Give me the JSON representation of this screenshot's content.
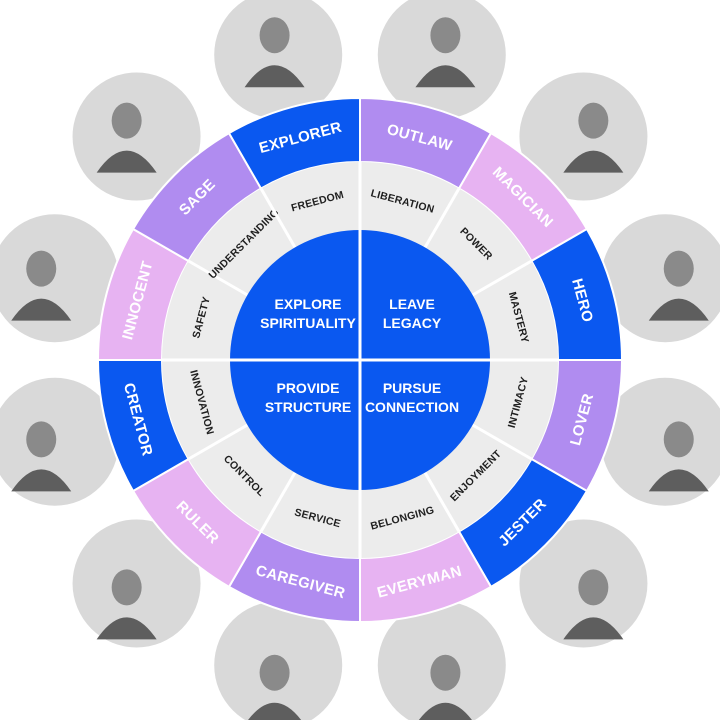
{
  "colors": {
    "blue": "#0a58f0",
    "purple": "#b08cf0",
    "pink": "#e7b3f2",
    "ring": "#ececec",
    "divider": "#ffffff",
    "photo_bg": "#d9d9d9"
  },
  "quadrants": [
    {
      "line1": "EXPLORE",
      "line2": "SPIRITUALITY"
    },
    {
      "line1": "LEAVE",
      "line2": "LEGACY"
    },
    {
      "line1": "PURSUE",
      "line2": "CONNECTION"
    },
    {
      "line1": "PROVIDE",
      "line2": "STRUCTURE"
    }
  ],
  "archetypes": [
    {
      "name": "OUTLAW",
      "value": "LIBERATION",
      "color": "purple",
      "photo": "outlaw-portrait"
    },
    {
      "name": "MAGICIAN",
      "value": "POWER",
      "color": "pink",
      "photo": "magician-portrait"
    },
    {
      "name": "HERO",
      "value": "MASTERY",
      "color": "blue",
      "photo": "hero-portrait"
    },
    {
      "name": "LOVER",
      "value": "INTIMACY",
      "color": "purple",
      "photo": "lover-portrait"
    },
    {
      "name": "JESTER",
      "value": "ENJOYMENT",
      "color": "blue",
      "photo": "jester-portrait"
    },
    {
      "name": "EVERYMAN",
      "value": "BELONGING",
      "color": "pink",
      "photo": "everyman-portrait"
    },
    {
      "name": "CAREGIVER",
      "value": "SERVICE",
      "color": "purple",
      "photo": "caregiver-portrait"
    },
    {
      "name": "RULER",
      "value": "CONTROL",
      "color": "pink",
      "photo": "ruler-portrait"
    },
    {
      "name": "CREATOR",
      "value": "INNOVATION",
      "color": "blue",
      "photo": "creator-portrait"
    },
    {
      "name": "INNOCENT",
      "value": "SAFETY",
      "color": "pink",
      "photo": "innocent-portrait"
    },
    {
      "name": "SAGE",
      "value": "UNDERSTANDING",
      "color": "purple",
      "photo": "sage-portrait"
    },
    {
      "name": "EXPLORER",
      "value": "FREEDOM",
      "color": "blue",
      "photo": "explorer-portrait"
    }
  ]
}
